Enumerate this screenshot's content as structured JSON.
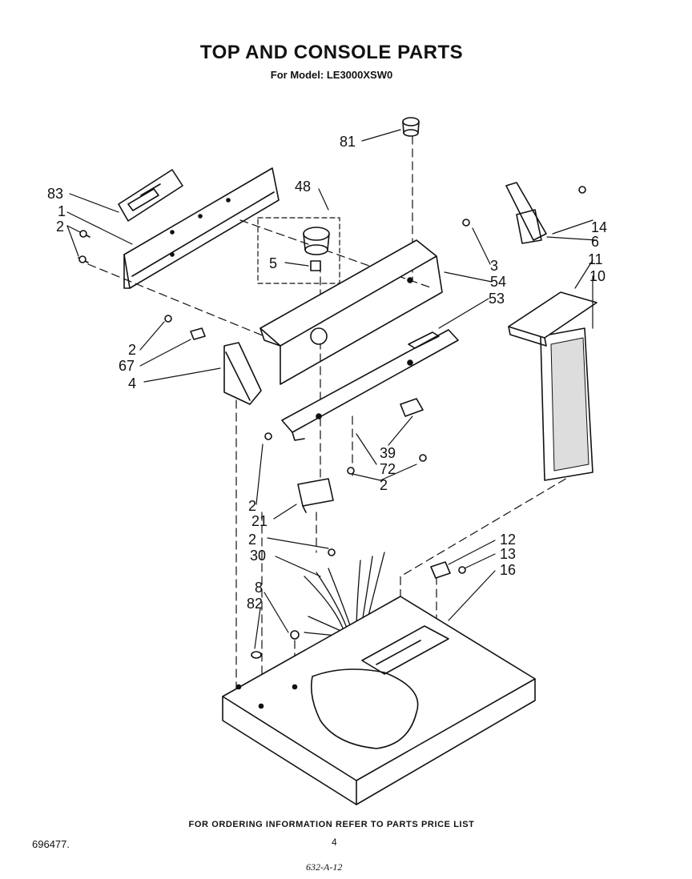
{
  "title": "TOP AND CONSOLE PARTS",
  "subtitle": "For Model: LE3000XSW0",
  "footer": "FOR ORDERING INFORMATION REFER TO PARTS PRICE LIST",
  "doc_number": "696477.",
  "page_number": "4",
  "drawing_code": "632-A-12",
  "callouts": {
    "c81": "81",
    "c83": "83",
    "c1": "1",
    "c2a": "2",
    "c48": "48",
    "c5": "5",
    "c14": "14",
    "c6": "6",
    "c3": "3",
    "c54": "54",
    "c53": "53",
    "c11": "11",
    "c10": "10",
    "c2b": "2",
    "c67": "67",
    "c4": "4",
    "c39": "39",
    "c72": "72",
    "c2c": "2",
    "c2d": "2",
    "c21": "21",
    "c2e": "2",
    "c30": "30",
    "c8": "8",
    "c82": "82",
    "c12": "12",
    "c13": "13",
    "c16": "16"
  }
}
